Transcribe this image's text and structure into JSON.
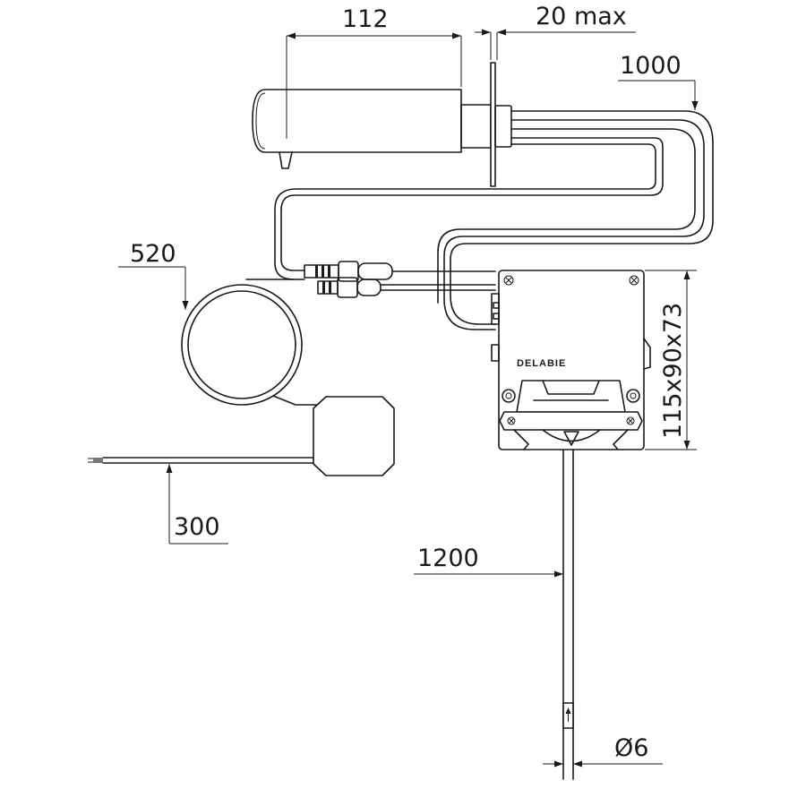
{
  "dimensions": {
    "spout_length": "112",
    "wall_thickness": "20 max",
    "hose_length": "1000",
    "sensor_cable_length": "520",
    "power_cable_length": "300",
    "box_size": "115x90x73",
    "solenoid_cable_length": "1200",
    "hose_diameter": "Ø6"
  },
  "control_box": {
    "brand": "DELABIE"
  }
}
